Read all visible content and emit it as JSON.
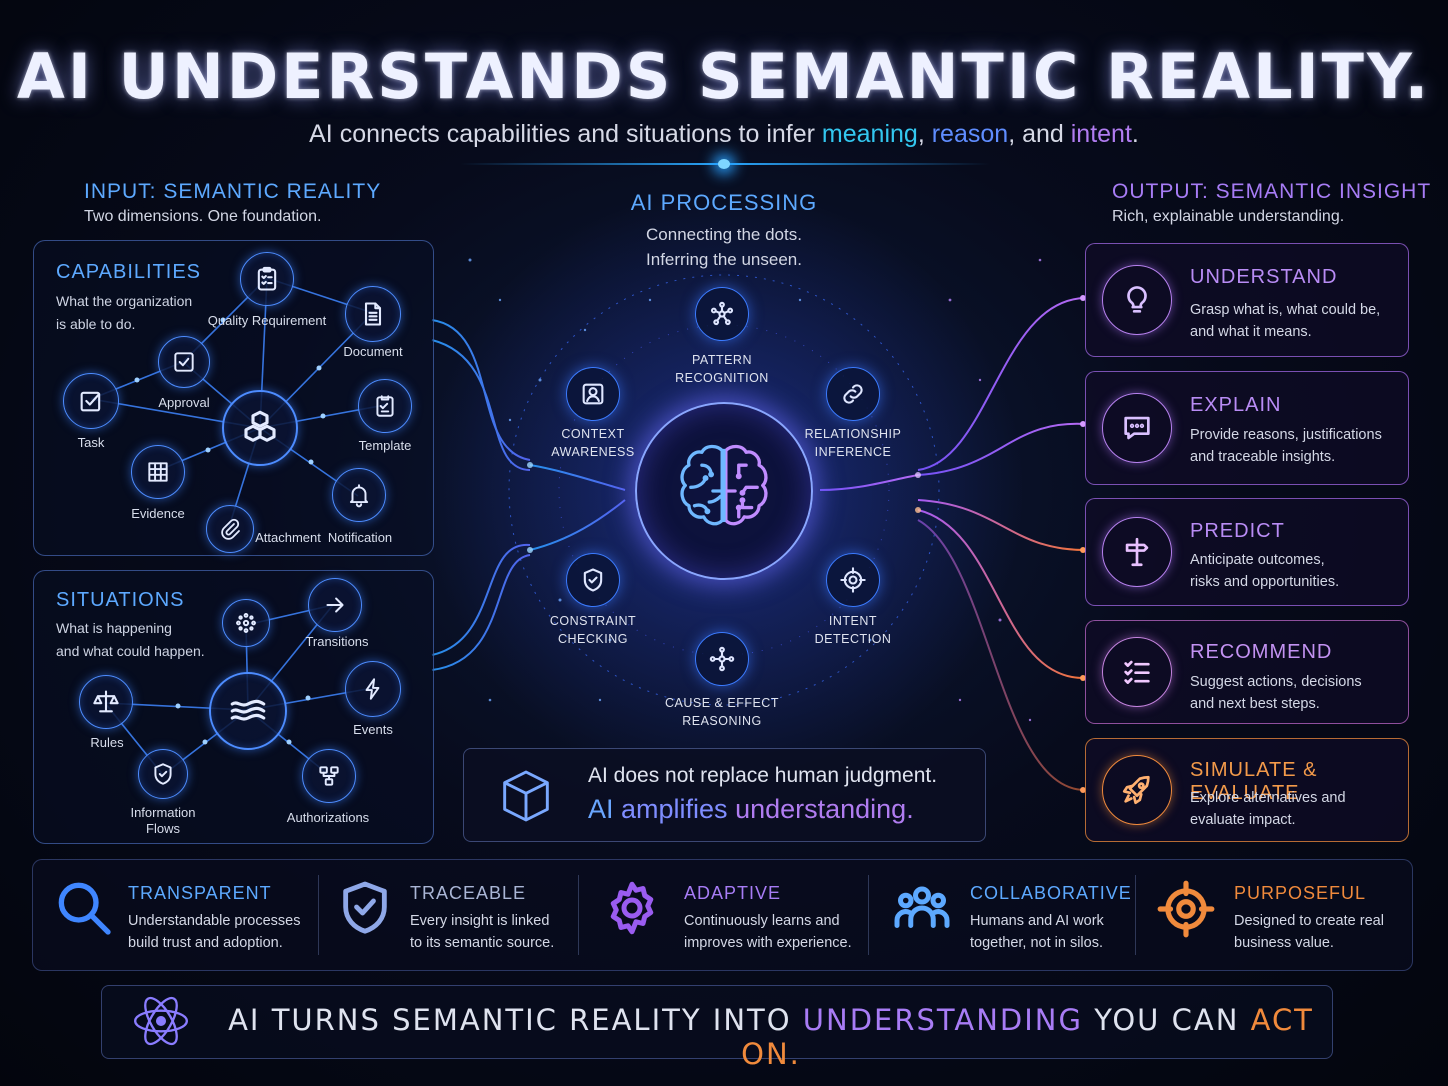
{
  "title": "AI UNDERSTANDS SEMANTIC REALITY.",
  "subtitle": {
    "pre": "AI connects capabilities and situations to infer ",
    "meaning": "meaning",
    "c1": ", ",
    "reason": "reason",
    "c2": ", and ",
    "intent": "intent",
    "end": "."
  },
  "input": {
    "heading": "INPUT: SEMANTIC REALITY",
    "sub": "Two dimensions. One foundation.",
    "capabilities": {
      "heading": "CAPABILITIES",
      "sub1": "What the organization",
      "sub2": "is able to do.",
      "nodes": {
        "quality": "Quality Requirement",
        "document": "Document",
        "approval": "Approval",
        "task": "Task",
        "template": "Template",
        "evidence": "Evidence",
        "attachment": "Attachment",
        "notification": "Notification"
      }
    },
    "situations": {
      "heading": "SITUATIONS",
      "sub1": "What is happening",
      "sub2": "and what could happen.",
      "nodes": {
        "transitions": "Transitions",
        "rules": "Rules",
        "events": "Events",
        "information_flows": "Information Flows",
        "authorizations": "Authorizations"
      }
    }
  },
  "processing": {
    "heading": "AI PROCESSING",
    "sub1": "Connecting the dots.",
    "sub2": "Inferring the unseen.",
    "nodes": {
      "pattern1": "PATTERN",
      "pattern2": "RECOGNITION",
      "context1": "CONTEXT",
      "context2": "AWARENESS",
      "relationship1": "RELATIONSHIP",
      "relationship2": "INFERENCE",
      "constraint1": "CONSTRAINT",
      "constraint2": "CHECKING",
      "intent1": "INTENT",
      "intent2": "DETECTION",
      "cause1": "CAUSE & EFFECT",
      "cause2": "REASONING"
    }
  },
  "callout": {
    "line1": "AI does not replace human judgment.",
    "ai": "AI ",
    "amplifies": "amplifies",
    "understanding": " understanding."
  },
  "output": {
    "heading": "OUTPUT: SEMANTIC INSIGHT",
    "sub": "Rich, explainable understanding.",
    "cards": [
      {
        "title": "UNDERSTAND",
        "l1": "Grasp what is, what could be,",
        "l2": "and what it means."
      },
      {
        "title": "EXPLAIN",
        "l1": "Provide reasons, justifications",
        "l2": "and traceable insights."
      },
      {
        "title": "PREDICT",
        "l1": "Anticipate outcomes,",
        "l2": "risks and opportunities."
      },
      {
        "title": "RECOMMEND",
        "l1": "Suggest actions, decisions",
        "l2": "and next best steps."
      },
      {
        "title": "SIMULATE & EVALUATE",
        "l1": "Explore alternatives and",
        "l2": "evaluate impact."
      }
    ]
  },
  "principles": [
    {
      "title": "TRANSPARENT",
      "l1": "Understandable processes",
      "l2": "build trust and adoption."
    },
    {
      "title": "TRACEABLE",
      "l1": "Every insight is linked",
      "l2": "to its semantic source."
    },
    {
      "title": "ADAPTIVE",
      "l1": "Continuously learns and",
      "l2": "improves with experience."
    },
    {
      "title": "COLLABORATIVE",
      "l1": "Humans and AI work",
      "l2": "together, not in silos."
    },
    {
      "title": "PURPOSEFUL",
      "l1": "Designed to create real",
      "l2": "business value."
    }
  ],
  "banner": {
    "pre": "AI TURNS SEMANTIC REALITY INTO ",
    "understanding": "UNDERSTANDING",
    "mid": " YOU CAN ",
    "act": "ACT ON."
  },
  "colors": {
    "blue": "#5da9ff",
    "cyan": "#33c7ef",
    "purple": "#b07cf0",
    "orange": "#f08a3c"
  }
}
